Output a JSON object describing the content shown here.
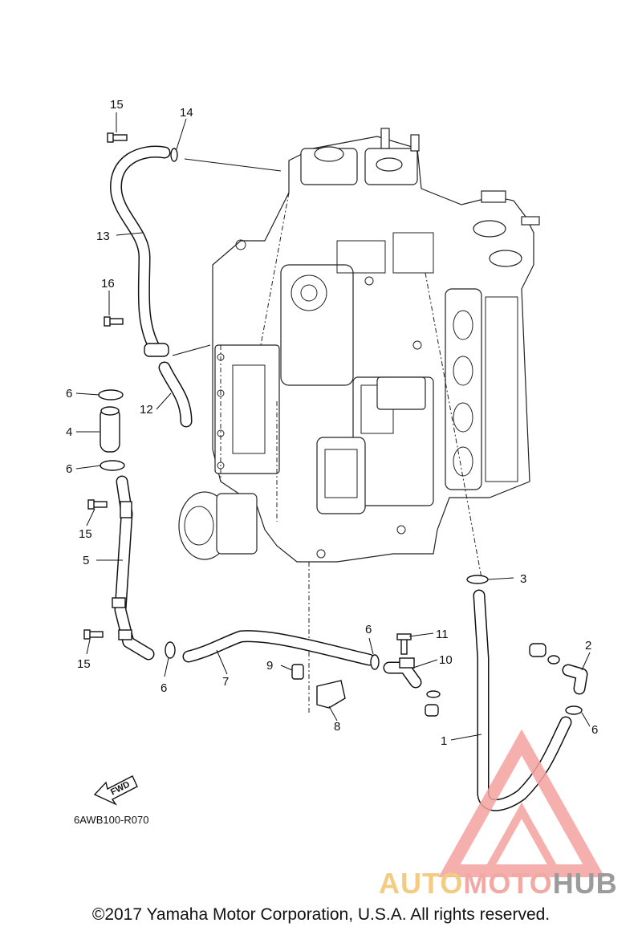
{
  "diagram": {
    "code": "6AWB100-R070",
    "fwd_label": "FWD",
    "callouts": [
      "1",
      "2",
      "3",
      "4",
      "5",
      "6",
      "7",
      "8",
      "9",
      "10",
      "11",
      "12",
      "13",
      "14",
      "15",
      "16"
    ]
  },
  "footer": {
    "copyright": "©2017 Yamaha Motor Corporation, U.S.A. All rights reserved."
  },
  "watermark": {
    "part1": "AUTO",
    "part2": "MOTO",
    "part3": "HUB",
    "colors": {
      "triangle": "#f4a3a0",
      "auto": "#f2c46d",
      "moto": "#f19b94",
      "hub": "#8a8a8a"
    }
  }
}
